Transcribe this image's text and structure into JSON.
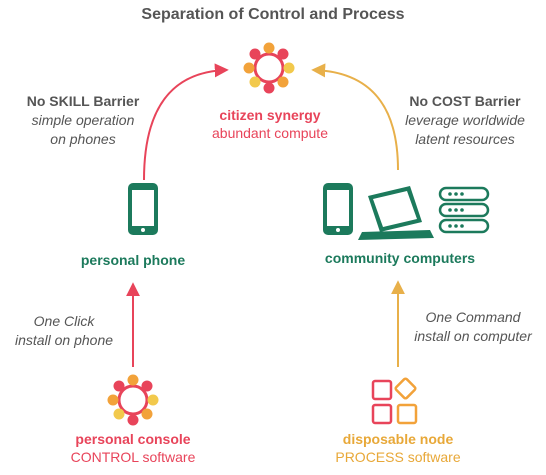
{
  "title": "Separation of Control and Process",
  "center": {
    "title": "citizen synergy",
    "subtitle": "abundant compute"
  },
  "left_barrier": {
    "title": "No SKILL Barrier",
    "line1": "simple operation",
    "line2": "on phones"
  },
  "right_barrier": {
    "title": "No COST Barrier",
    "line1": "leverage worldwide",
    "line2": "latent resources"
  },
  "phone": {
    "label": "personal phone"
  },
  "computers": {
    "label": "community computers"
  },
  "left_install": {
    "line1": "One Click",
    "line2": "install on phone"
  },
  "right_install": {
    "line1": "One Command",
    "line2": "install on computer"
  },
  "console": {
    "title": "personal console",
    "subtitle": "CONTROL software"
  },
  "node": {
    "title": "disposable node",
    "subtitle": "PROCESS software"
  },
  "colors": {
    "red": "#e8445a",
    "orange": "#e8b04a",
    "green": "#1c7a5c",
    "gray_text": "#555555"
  }
}
